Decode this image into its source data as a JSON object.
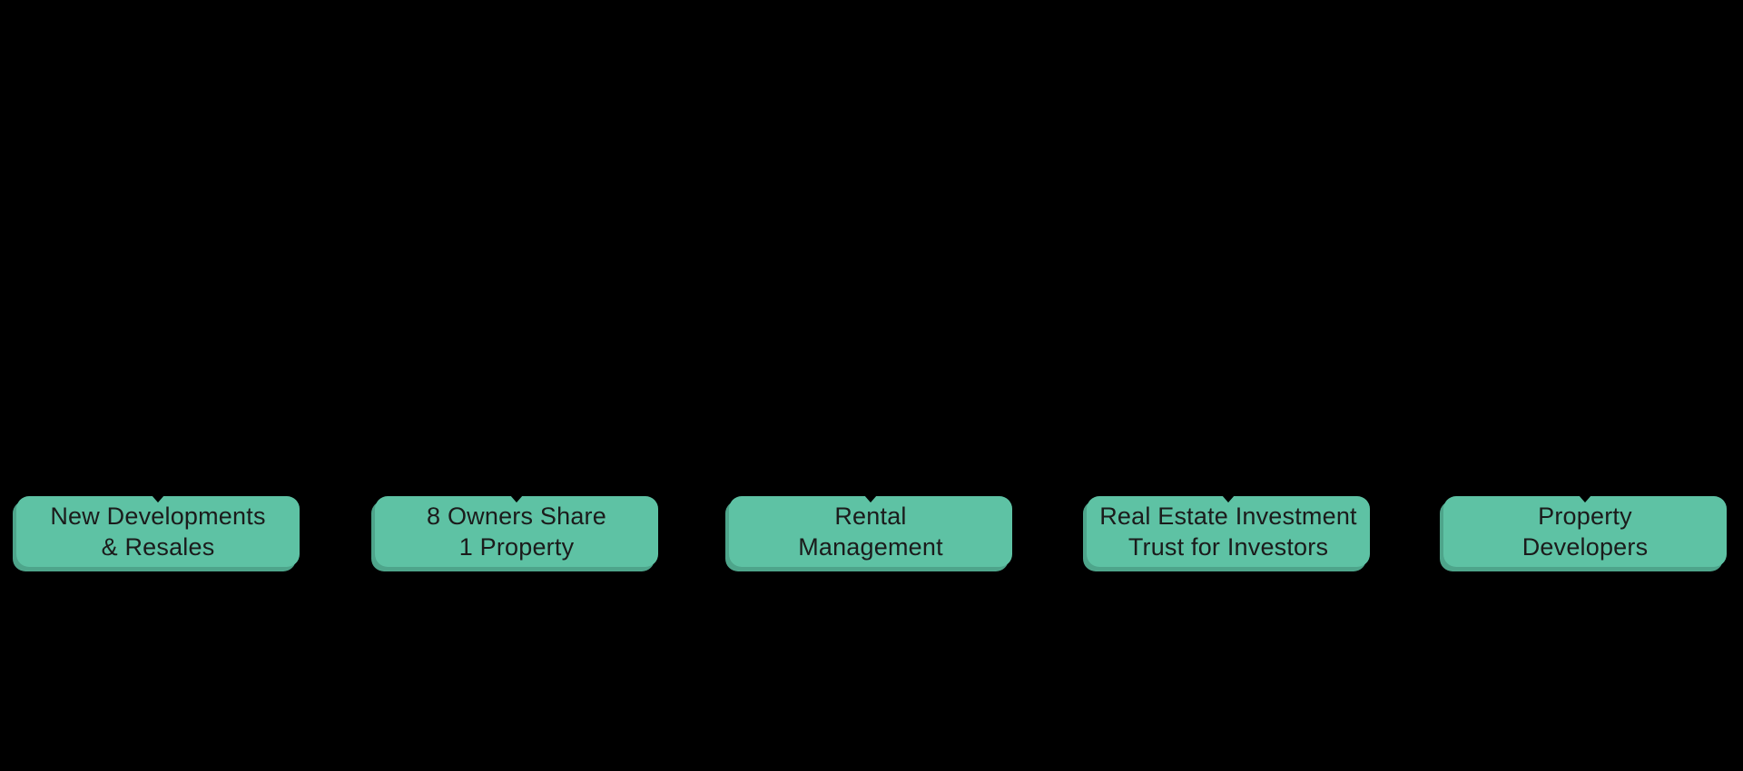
{
  "page": {
    "background_color": "#000000"
  },
  "diagram": {
    "node_fill_color": "#5EC2A4",
    "node_shadow_color": "#4EA58B",
    "node_text_color": "#1B1B1B",
    "connector_color": "#000000",
    "nodes": [
      {
        "line1": "New Developments",
        "line2": "& Resales"
      },
      {
        "line1": "8 Owners Share",
        "line2": "1 Property"
      },
      {
        "line1": "Rental",
        "line2": "Management"
      },
      {
        "line1": "Real Estate Investment",
        "line2": "Trust for Investors"
      },
      {
        "line1": "Property",
        "line2": "Developers"
      }
    ]
  }
}
